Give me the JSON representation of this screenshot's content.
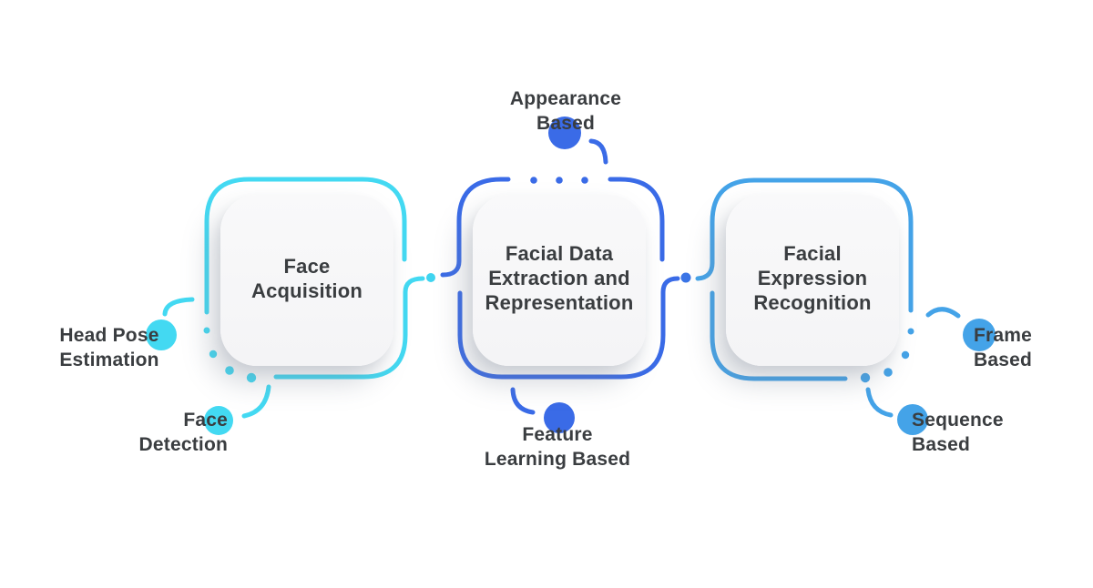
{
  "colors": {
    "stage1_accent": "#43D9F2",
    "stage2_accent": "#3A6BE7",
    "stage3_accent": "#44A3E8",
    "link_dot_1": "#3FD4F0",
    "link_dot_2": "#3A74E6",
    "label_text": "#3A3D40",
    "card_fill": "#F6F6F7",
    "background": "#FFFFFF"
  },
  "stages": [
    {
      "id": "face-acquisition",
      "lines": [
        "Face",
        "Acquisition"
      ]
    },
    {
      "id": "facial-data-extraction",
      "lines": [
        "Facial Data",
        "Extraction and",
        "Representation"
      ]
    },
    {
      "id": "facial-expression-recognition",
      "lines": [
        "Facial",
        "Expression",
        "Recognition"
      ]
    }
  ],
  "satellites": [
    {
      "id": "head-pose-estimation",
      "stage": 1,
      "lines": [
        "Head Pose",
        "Estimation"
      ]
    },
    {
      "id": "face-detection",
      "stage": 1,
      "lines": [
        "Face",
        "Detection"
      ]
    },
    {
      "id": "appearance-based",
      "stage": 2,
      "lines": [
        "Appearance",
        "Based"
      ]
    },
    {
      "id": "feature-learning-based",
      "stage": 2,
      "lines": [
        "Feature",
        "Learning Based"
      ]
    },
    {
      "id": "frame-based",
      "stage": 3,
      "lines": [
        "Frame",
        "Based"
      ]
    },
    {
      "id": "sequence-based",
      "stage": 3,
      "lines": [
        "Sequence",
        "Based"
      ]
    }
  ]
}
